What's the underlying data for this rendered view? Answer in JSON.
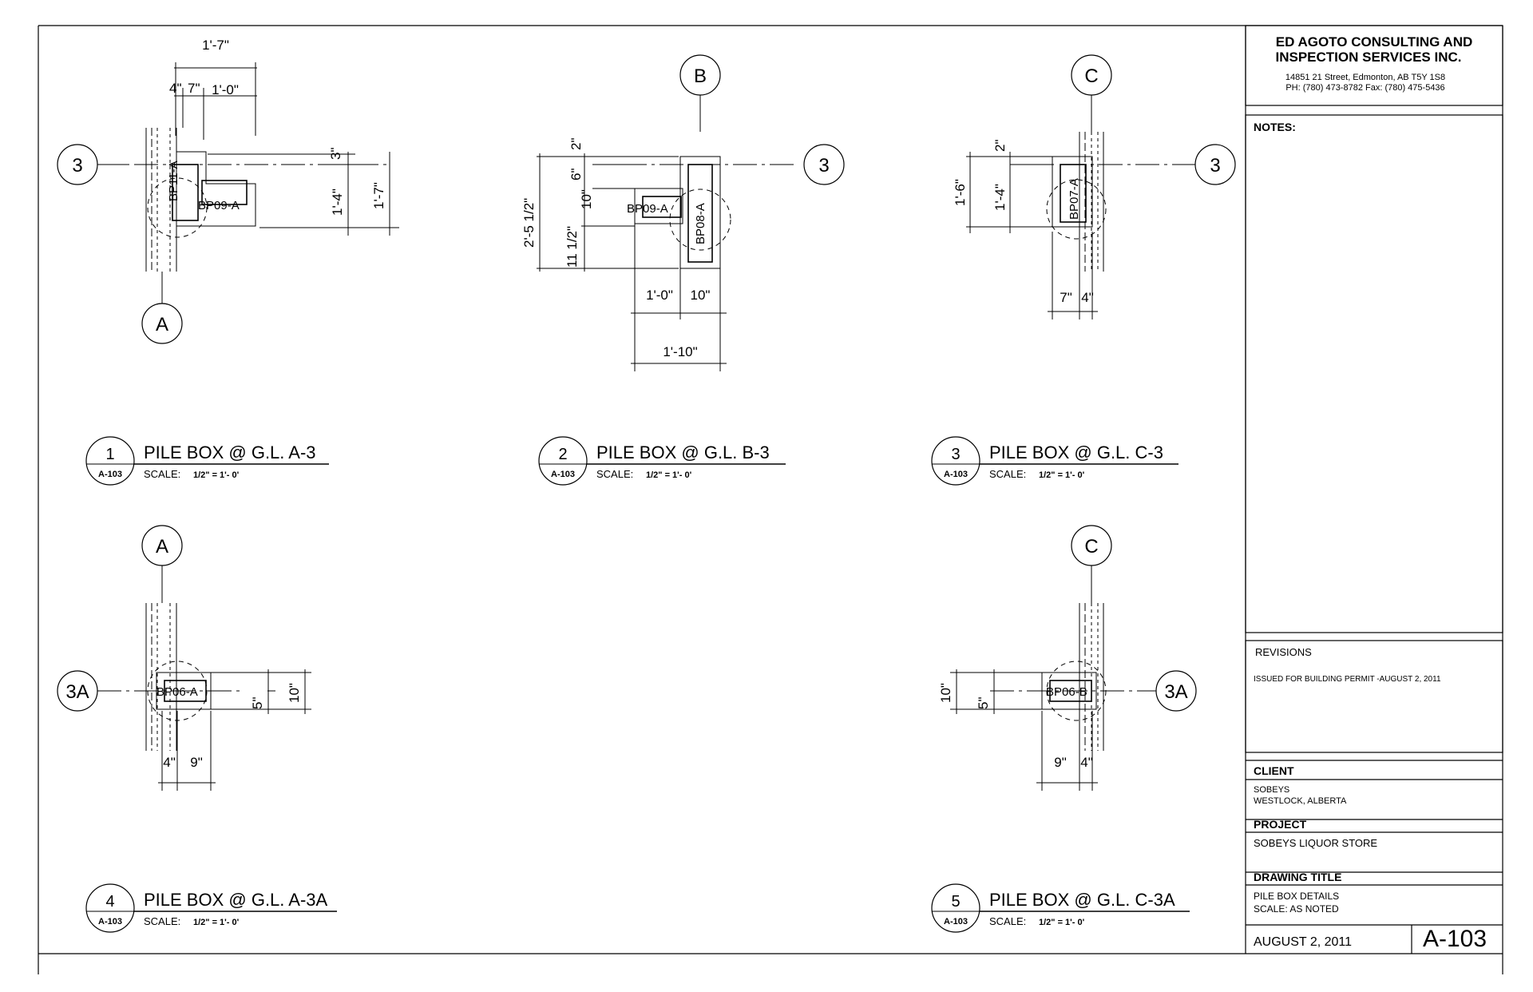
{
  "title_block": {
    "company_line1": "ED AGOTO CONSULTING AND",
    "company_line2": "INSPECTION SERVICES INC.",
    "address": "14851 21 Street, Edmonton, AB  T5Y 1S8",
    "phone": "PH: (780) 473-8782  Fax: (780) 475-5436",
    "notes_label": "NOTES:",
    "revisions_label": "REVISIONS",
    "revision_text": "ISSUED FOR BUILDING PERMIT -AUGUST 2, 2011",
    "client_label": "CLIENT",
    "client_line1": "SOBEYS",
    "client_line2": "WESTLOCK, ALBERTA",
    "project_label": "PROJECT",
    "project_name": "SOBEYS LIQUOR STORE",
    "drawing_title_label": "DRAWING TITLE",
    "drawing_title_line1": "PILE BOX DETAILS",
    "drawing_title_line2": "SCALE: AS NOTED",
    "date": "AUGUST 2, 2011",
    "sheet_number": "A-103"
  },
  "details": [
    {
      "num": "1",
      "sheet": "A-103",
      "title": "PILE BOX @ G.L. A-3",
      "scale_label": "SCALE:",
      "scale": "1/2\" = 1'- 0'"
    },
    {
      "num": "2",
      "sheet": "A-103",
      "title": "PILE BOX @ G.L. B-3",
      "scale_label": "SCALE:",
      "scale": "1/2\" = 1'- 0'"
    },
    {
      "num": "3",
      "sheet": "A-103",
      "title": "PILE BOX @ G.L. C-3",
      "scale_label": "SCALE:",
      "scale": "1/2\" = 1'- 0'"
    },
    {
      "num": "4",
      "sheet": "A-103",
      "title": "PILE BOX @ G.L. A-3A",
      "scale_label": "SCALE:",
      "scale": "1/2\" = 1'- 0'"
    },
    {
      "num": "5",
      "sheet": "A-103",
      "title": "PILE BOX @ G.L. C-3A",
      "scale_label": "SCALE:",
      "scale": "1/2\" = 1'- 0'"
    }
  ],
  "grid_bubbles": {
    "d1_row": "3",
    "d1_col": "A",
    "d2_col": "B",
    "d2_row": "3",
    "d3_col": "C",
    "d3_row": "3",
    "d4_col": "A",
    "d4_row": "3A",
    "d5_col": "C",
    "d5_row": "3A"
  },
  "pile_tags": {
    "d1_a": "BP11-A",
    "d1_b": "BP09-A",
    "d2_a": "BP09-A",
    "d2_b": "BP08-A",
    "d3_a": "BP07-A",
    "d4_a": "BP06-A",
    "d5_a": "BP06-B"
  },
  "dimensions": {
    "d1_overall": "1'-7\"",
    "d1_a": "4\"",
    "d1_b": "7\"",
    "d1_c": "1'-0\"",
    "d1_v1": "3\"",
    "d1_v2": "1'-4\"",
    "d1_v3": "1'-7\"",
    "d2_v1": "2\"",
    "d2_v2": "6\"",
    "d2_v3": "10\"",
    "d2_v4": "2'-5 1/2\"",
    "d2_v5": "11 1/2\"",
    "d2_h1": "1'-0\"",
    "d2_h2": "10\"",
    "d2_h3": "1'-10\"",
    "d3_v1": "2\"",
    "d3_v2": "1'-6\"",
    "d3_v3": "1'-4\"",
    "d3_h1": "7\"",
    "d3_h2": "4\"",
    "d4_v1": "5\"",
    "d4_v2": "10\"",
    "d4_h1": "4\"",
    "d4_h2": "9\"",
    "d5_v1": "10\"",
    "d5_v2": "5\"",
    "d5_h1": "9\"",
    "d5_h2": "4\""
  }
}
